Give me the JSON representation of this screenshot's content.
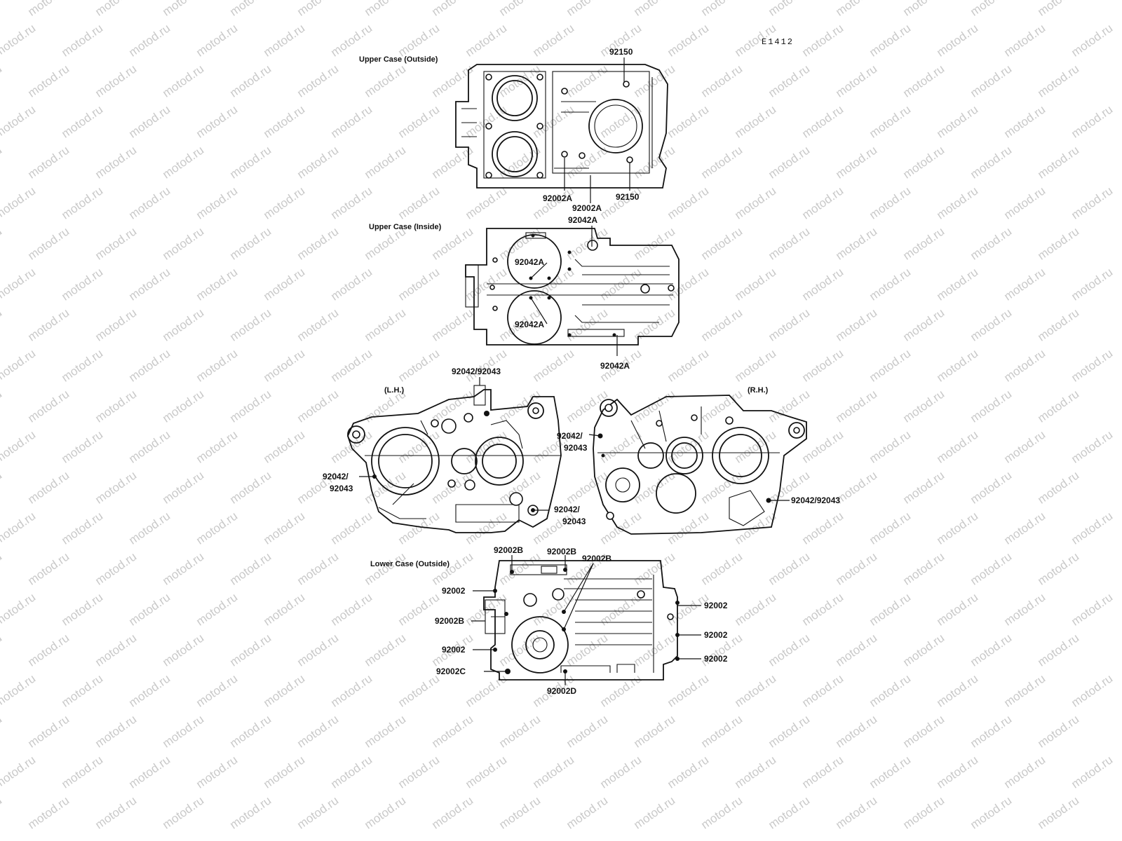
{
  "figure_code": "E1412",
  "watermark": "motod.ru",
  "views": {
    "upper_outside": {
      "title": "Upper Case (Outside)",
      "callouts": [
        "92150",
        "92002A",
        "92002A",
        "92150"
      ]
    },
    "upper_inside": {
      "title": "Upper Case (Inside)",
      "callouts": [
        "92042A",
        "92042A",
        "92042A",
        "92042A"
      ]
    },
    "lower_left": {
      "title": "(L.H.)",
      "callouts": [
        "92042/92043",
        "92042/",
        "92043",
        "92042/",
        "92043"
      ]
    },
    "lower_right": {
      "title": "(R.H.)",
      "callouts": [
        "92042/",
        "92043",
        "92042/92043"
      ]
    },
    "lower_outside": {
      "title": "Lower Case (Outside)",
      "callouts": [
        "92002B",
        "92002B",
        "92002B",
        "92002",
        "92002B",
        "92002",
        "92002C",
        "92002D",
        "92002",
        "92002",
        "92002"
      ]
    }
  }
}
